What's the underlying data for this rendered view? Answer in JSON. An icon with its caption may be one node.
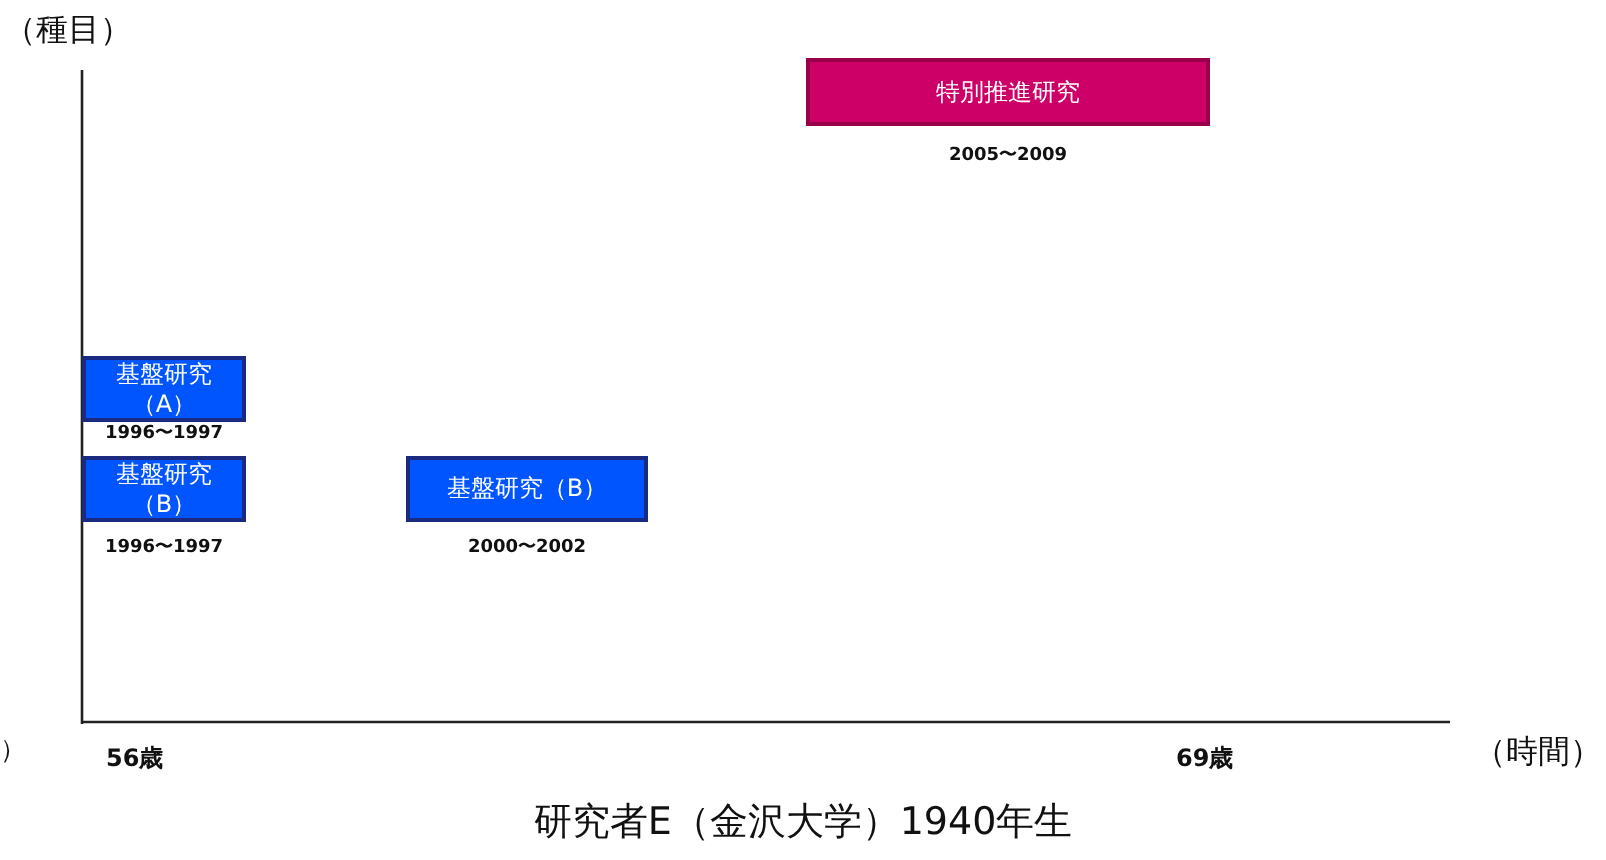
{
  "diagram": {
    "caption": "研究者E（金沢大学）1940年生",
    "nodes": [
      {
        "text": [
          "特別推進研究"
        ],
        "beside": [
          "2005〜2009"
        ]
      },
      {
        "text": [
          "基盤研究（A）"
        ],
        "beside": [
          "1996〜1997"
        ]
      },
      {
        "text": [
          "基盤研究（B）"
        ],
        "beside": [
          "1996〜1997"
        ]
      },
      {
        "text": [
          "基盤研究（B）"
        ],
        "beside": [
          "2000〜2002"
        ]
      }
    ],
    "labels": [
      "（種目）",
      "）",
      "56歳",
      "69歳",
      "（時間）"
    ]
  }
}
